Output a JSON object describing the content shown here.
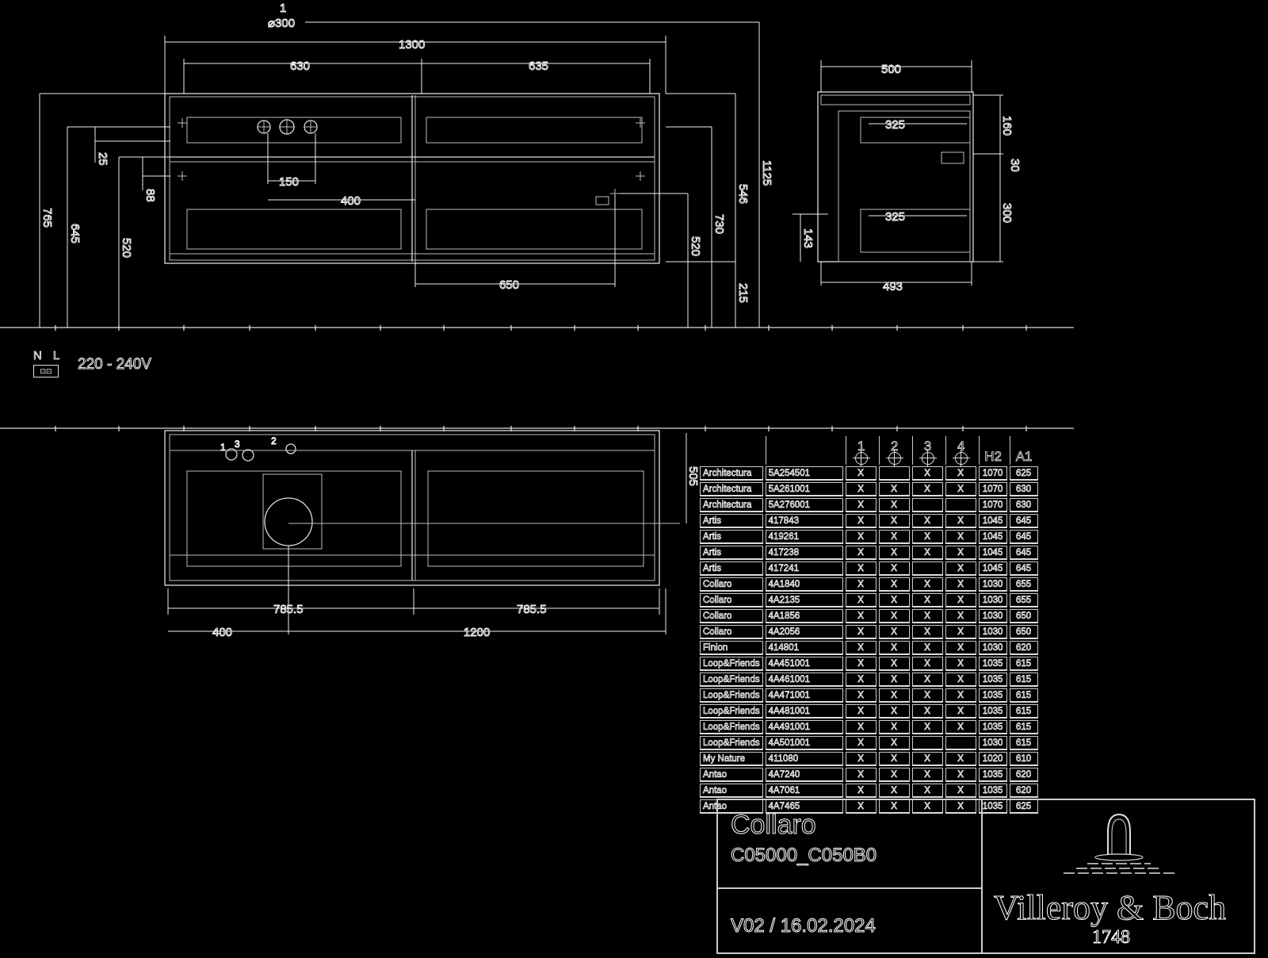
{
  "front_view": {
    "dims_horizontal": {
      "overall_label_num": "1",
      "overall_label_sym": "⌀300",
      "width_total": "1300",
      "left_section": "630",
      "right_section": "635",
      "tap_spacing": "150",
      "drawer_offset": "400",
      "right_offset": "650"
    },
    "dims_vertical": {
      "left_outer": "765",
      "left_mid": "645",
      "left_inner": "520",
      "small_a": "25",
      "small_b": "88",
      "right_a": "520",
      "right_b": "730",
      "right_c": "546",
      "right_d": "215",
      "right_total": "1125"
    }
  },
  "side_view": {
    "top_width": "500",
    "bottom_width": "493",
    "drawer_top": "325",
    "drawer_bottom": "325",
    "right_upper": "160",
    "right_small": "30",
    "right_lower": "300",
    "left_height": "143"
  },
  "electrical": {
    "n_label": "N",
    "l_label": "L",
    "socket_icon": "⊡⊡",
    "voltage": "220 - 240V"
  },
  "plan_view": {
    "depth": "505",
    "left_half": "785.5",
    "right_half": "785.5",
    "left_offset": "400",
    "right_offset": "1200",
    "tap_labels": [
      "1",
      "3",
      "2"
    ]
  },
  "table": {
    "headers": [
      "",
      "",
      "1",
      "2",
      "3",
      "4",
      "H2",
      "A1"
    ],
    "rows": [
      {
        "name": "Architectura",
        "code": "5A254501",
        "c1": "X",
        "c2": "",
        "c3": "X",
        "c4": "X",
        "h2": "1070",
        "a1": "625"
      },
      {
        "name": "Architectura",
        "code": "5A261001",
        "c1": "X",
        "c2": "X",
        "c3": "X",
        "c4": "X",
        "h2": "1070",
        "a1": "630"
      },
      {
        "name": "Architectura",
        "code": "5A276001",
        "c1": "X",
        "c2": "X",
        "c3": "",
        "c4": "",
        "h2": "1070",
        "a1": "630"
      },
      {
        "name": "Artis",
        "code": "417843",
        "c1": "X",
        "c2": "X",
        "c3": "X",
        "c4": "X",
        "h2": "1045",
        "a1": "645"
      },
      {
        "name": "Artis",
        "code": "419261",
        "c1": "X",
        "c2": "X",
        "c3": "X",
        "c4": "X",
        "h2": "1045",
        "a1": "645"
      },
      {
        "name": "Artis",
        "code": "417238",
        "c1": "X",
        "c2": "X",
        "c3": "X",
        "c4": "X",
        "h2": "1045",
        "a1": "645"
      },
      {
        "name": "Artis",
        "code": "417241",
        "c1": "X",
        "c2": "X",
        "c3": "",
        "c4": "X",
        "h2": "1045",
        "a1": "645"
      },
      {
        "name": "Collaro",
        "code": "4A1840",
        "c1": "X",
        "c2": "X",
        "c3": "X",
        "c4": "X",
        "h2": "1030",
        "a1": "655"
      },
      {
        "name": "Collaro",
        "code": "4A2135",
        "c1": "X",
        "c2": "X",
        "c3": "X",
        "c4": "X",
        "h2": "1030",
        "a1": "655"
      },
      {
        "name": "Collaro",
        "code": "4A1856",
        "c1": "X",
        "c2": "X",
        "c3": "X",
        "c4": "X",
        "h2": "1030",
        "a1": "650"
      },
      {
        "name": "Collaro",
        "code": "4A2056",
        "c1": "X",
        "c2": "X",
        "c3": "X",
        "c4": "X",
        "h2": "1030",
        "a1": "650"
      },
      {
        "name": "Finion",
        "code": "414801",
        "c1": "X",
        "c2": "X",
        "c3": "X",
        "c4": "X",
        "h2": "1030",
        "a1": "620"
      },
      {
        "name": "Loop&Friends",
        "code": "4A451001",
        "c1": "X",
        "c2": "X",
        "c3": "X",
        "c4": "X",
        "h2": "1035",
        "a1": "615"
      },
      {
        "name": "Loop&Friends",
        "code": "4A461001",
        "c1": "X",
        "c2": "X",
        "c3": "X",
        "c4": "X",
        "h2": "1035",
        "a1": "615"
      },
      {
        "name": "Loop&Friends",
        "code": "4A471001",
        "c1": "X",
        "c2": "X",
        "c3": "X",
        "c4": "X",
        "h2": "1035",
        "a1": "615"
      },
      {
        "name": "Loop&Friends",
        "code": "4A481001",
        "c1": "X",
        "c2": "X",
        "c3": "X",
        "c4": "X",
        "h2": "1035",
        "a1": "615"
      },
      {
        "name": "Loop&Friends",
        "code": "4A491001",
        "c1": "X",
        "c2": "X",
        "c3": "X",
        "c4": "X",
        "h2": "1035",
        "a1": "615"
      },
      {
        "name": "Loop&Friends",
        "code": "4A501001",
        "c1": "X",
        "c2": "X",
        "c3": "",
        "c4": "",
        "h2": "1030",
        "a1": "615"
      },
      {
        "name": "My Nature",
        "code": "411080",
        "c1": "X",
        "c2": "X",
        "c3": "X",
        "c4": "X",
        "h2": "1020",
        "a1": "610"
      },
      {
        "name": "Antao",
        "code": "4A7240",
        "c1": "X",
        "c2": "X",
        "c3": "X",
        "c4": "X",
        "h2": "1035",
        "a1": "620"
      },
      {
        "name": "Antao",
        "code": "4A7061",
        "c1": "X",
        "c2": "X",
        "c3": "X",
        "c4": "X",
        "h2": "1035",
        "a1": "620"
      },
      {
        "name": "Antao",
        "code": "4A7465",
        "c1": "X",
        "c2": "X",
        "c3": "X",
        "c4": "X",
        "h2": "1035",
        "a1": "625"
      }
    ]
  },
  "title_block": {
    "series": "Collaro",
    "article_codes": "C05000_C050B0",
    "version_date": "V02 / 16.02.2024",
    "brand": "Villeroy & Boch",
    "founded": "1748"
  }
}
